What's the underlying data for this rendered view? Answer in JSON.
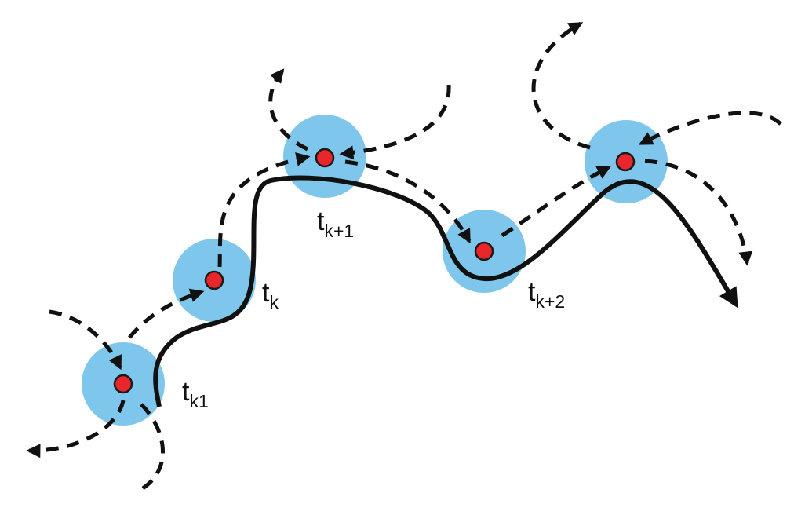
{
  "diagram": {
    "colors": {
      "background": "#ffffff",
      "neighborhood": "#7fc6ec",
      "node_fill": "#e8262b",
      "node_stroke": "#1a1a1a",
      "trajectory": "#111111",
      "dashed": "#111111"
    },
    "labels": [
      {
        "main": "t",
        "sub": "k1"
      },
      {
        "main": "t",
        "sub": "k"
      },
      {
        "main": "t",
        "sub": "k+1"
      },
      {
        "main": "t",
        "sub": "k+2"
      }
    ],
    "nodes": [
      {
        "label_index": 0
      },
      {
        "label_index": 1
      },
      {
        "label_index": 2
      },
      {
        "label_index": 3
      },
      {
        "label_index": null
      }
    ]
  }
}
